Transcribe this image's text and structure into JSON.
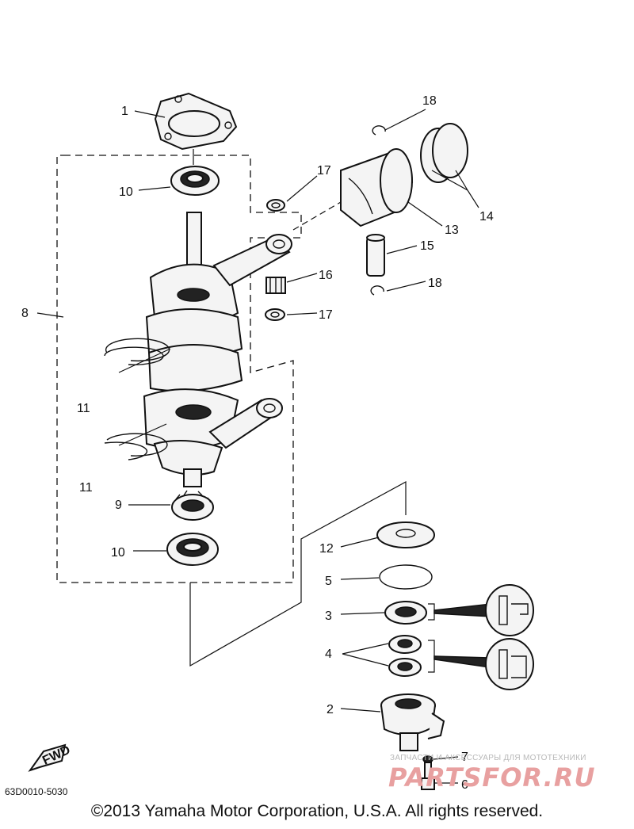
{
  "diagram": {
    "callouts": [
      {
        "id": "1",
        "label": "1"
      },
      {
        "id": "2",
        "label": "2"
      },
      {
        "id": "3",
        "label": "3"
      },
      {
        "id": "4",
        "label": "4"
      },
      {
        "id": "5",
        "label": "5"
      },
      {
        "id": "6",
        "label": "6"
      },
      {
        "id": "7",
        "label": "7"
      },
      {
        "id": "8",
        "label": "8"
      },
      {
        "id": "9",
        "label": "9"
      },
      {
        "id": "10a",
        "label": "10"
      },
      {
        "id": "10b",
        "label": "10"
      },
      {
        "id": "11a",
        "label": "11"
      },
      {
        "id": "11b",
        "label": "11"
      },
      {
        "id": "12",
        "label": "12"
      },
      {
        "id": "13",
        "label": "13"
      },
      {
        "id": "14",
        "label": "14"
      },
      {
        "id": "15",
        "label": "15"
      },
      {
        "id": "16",
        "label": "16"
      },
      {
        "id": "17a",
        "label": "17"
      },
      {
        "id": "17b",
        "label": "17"
      },
      {
        "id": "18a",
        "label": "18"
      },
      {
        "id": "18b",
        "label": "18"
      }
    ],
    "fwd_label": "FWD",
    "drawing_code": "63D0010-5030",
    "copyright": "©2013 Yamaha Motor Corporation, U.S.A. All rights reserved."
  },
  "watermark": {
    "tagline": "ЗАПЧАСТИ И АКСЕССУАРЫ ДЛЯ МОТОТЕХНИКИ",
    "logo_text": "PARTSFOR.RU",
    "color": "#e8a0a0"
  }
}
